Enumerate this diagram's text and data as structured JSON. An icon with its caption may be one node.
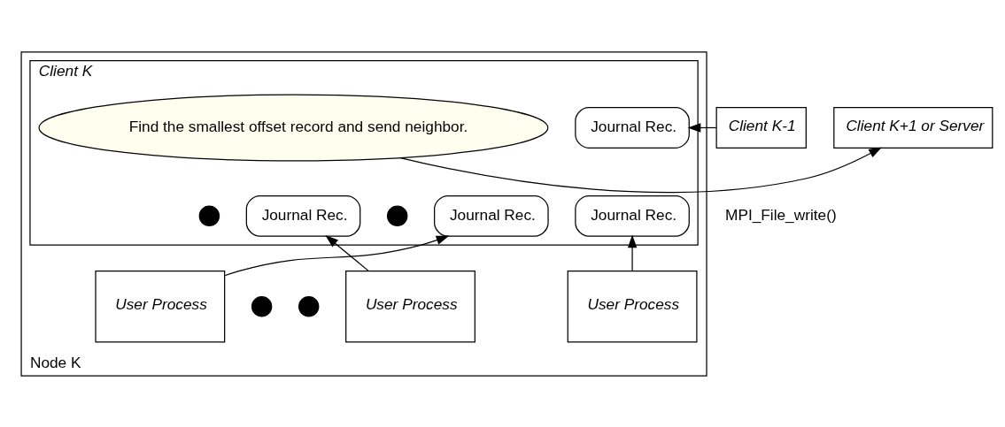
{
  "diagram": {
    "nodes": [
      {
        "text": [
          "Client K-1"
        ]
      },
      {
        "text": [
          "Node K"
        ]
      },
      {
        "text": [
          "Client K"
        ],
        "in": 1
      },
      {
        "text": [
          "Journal Rec."
        ],
        "in": 2
      },
      {
        "text": [
          "Find the smallest offset record and send neighbor."
        ],
        "in": 2
      },
      {
        "text": [
          "Client K+1 or Server"
        ]
      },
      {
        "text": [
          "Journal Rec."
        ],
        "in": 2
      },
      {
        "text": [
          "Journal Rec."
        ],
        "in": 2
      },
      {
        "text": [],
        "shape": "circle",
        "in": 2
      },
      {
        "text": [],
        "shape": "circle",
        "in": 2
      },
      {
        "text": [
          "Journal Rec."
        ],
        "in": 2
      },
      {
        "text": [
          "User Process"
        ],
        "in": 1
      },
      {
        "text": [
          "User Process"
        ],
        "in": 1
      },
      {
        "text": [],
        "shape": "circle",
        "in": 1
      },
      {
        "text": [],
        "shape": "circle",
        "in": 1
      },
      {
        "text": [
          "User Process"
        ],
        "in": 1
      }
    ],
    "edges": [
      {
        "from": 0,
        "to": 3,
        "arrow": "to"
      },
      {
        "from": 4,
        "to": 5,
        "arrow": "to"
      },
      {
        "from": 11,
        "to": 6,
        "arrow": "to"
      },
      {
        "from": 12,
        "to": 7,
        "arrow": "to"
      },
      {
        "from": 15,
        "to": 10,
        "arrow": "to"
      }
    ],
    "labels": [
      "MPI_File_write()"
    ]
  }
}
